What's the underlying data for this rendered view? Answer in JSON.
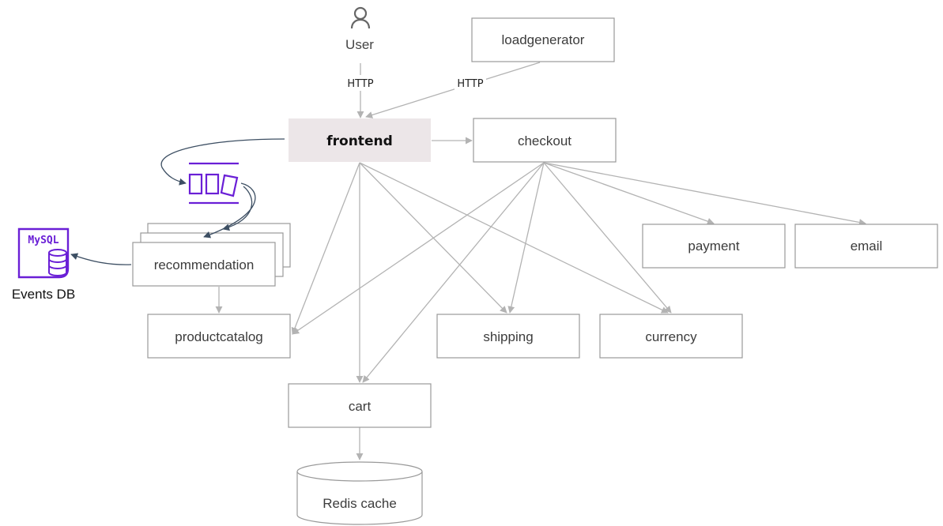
{
  "user": {
    "label": "User"
  },
  "edges": {
    "http_label_user": "HTTP",
    "http_label_loadgen": "HTTP"
  },
  "services": {
    "loadgenerator": "loadgenerator",
    "frontend": "frontend",
    "checkout": "checkout",
    "recommendation": "recommendation",
    "productcatalog": "productcatalog",
    "shipping": "shipping",
    "currency": "currency",
    "payment": "payment",
    "email": "email",
    "cart": "cart"
  },
  "stores": {
    "redis": "Redis cache",
    "events_db": "Events DB",
    "mysql_logo": "MySQL"
  },
  "colors": {
    "accent": "#6a1fd6",
    "frontend_fill": "#ece6e8",
    "edge": "#b3b3b3",
    "pubsub_edge": "#3d4f63"
  }
}
